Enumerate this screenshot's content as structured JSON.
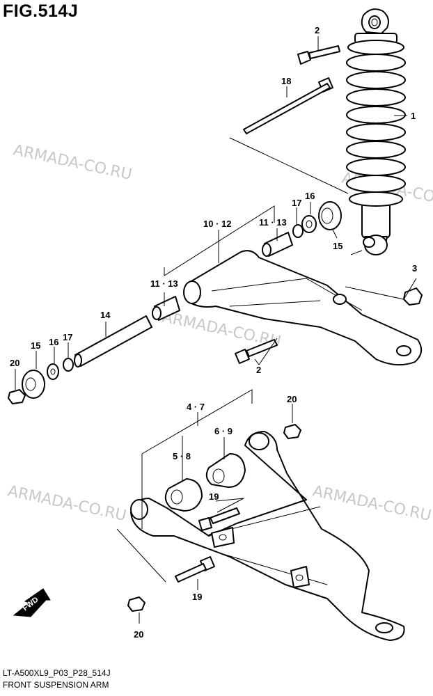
{
  "figure": {
    "title": "FIG.514J",
    "code": "LT-A500XL9_P03_P28_514J",
    "name": "FRONT SUSPENSION ARM"
  },
  "watermark": "ARMADA-CO.RU",
  "fwd_label": "FWD",
  "callouts": {
    "c1": "1",
    "c2a": "2",
    "c2b": "2",
    "c3": "3",
    "c4_7": "4 · 7",
    "c5_8": "5 · 8",
    "c6_9": "6 · 9",
    "c10_12": "10 · 12",
    "c11_13a": "11 · 13",
    "c11_13b": "11 · 13",
    "c14": "14",
    "c15a": "15",
    "c15b": "15",
    "c16a": "16",
    "c16b": "16",
    "c17a": "17",
    "c17b": "17",
    "c18": "18",
    "c19a": "19",
    "c19b": "19",
    "c20a": "20",
    "c20b": "20",
    "c20c": "20"
  }
}
